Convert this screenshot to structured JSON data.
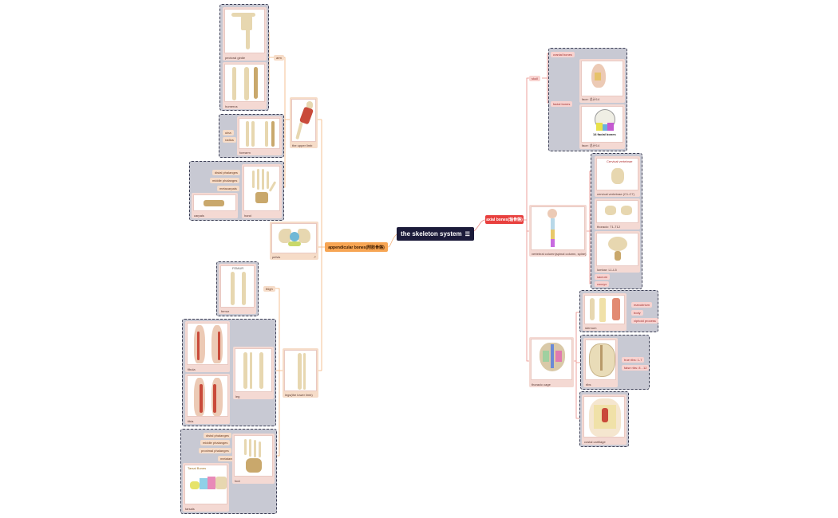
{
  "root": {
    "title": "the skeleton system"
  },
  "appendicular": {
    "title": "appendicular bones(附肢骨骼)",
    "upper_limb": {
      "title": "the upper limb",
      "arm": "arm",
      "pectoral_girdle": "pectoral girdle",
      "humerus": "humerus",
      "forearm": "forearm",
      "ulna": "ulna",
      "radius": "radius",
      "hand": "hand",
      "distal_phalanges": "distal phalanges",
      "middle_phalanges": "middle phalanges",
      "metacarpals": "metacarpals",
      "carpals": "carpals"
    },
    "pelvis": "pelvis",
    "lower_limb": {
      "title": "legs(the lower limb)",
      "thigh": "thigh",
      "femur": "femur",
      "femur_header": "FEMUR",
      "leg": "leg",
      "fibula": "fibula",
      "tibia": "tibia",
      "foot": "foot",
      "distal_phalanges": "distal phalanges",
      "middle_phalanges": "middle phalanges",
      "proximal_phalanges": "proximal phalanges",
      "metatarsals": "metatarsals",
      "tarsals": "tarsals",
      "tarsals_header": "Tarsal Bones"
    }
  },
  "axial": {
    "title": "axial bones(轴骨骼)",
    "skull": {
      "title": "skull",
      "cranial": "cranial bones",
      "facial": "facial bones",
      "cap1": "face: 总计14",
      "cap2": "face: 总计14",
      "facial_count": "14 facial bones"
    },
    "column": {
      "title": "vertebral column(spinal column, spine)",
      "cervical": "cervical vertebrae (C1-C7)",
      "cervical_header": "Cervical vertebrae",
      "thoracic": "thoracic: T1-T12",
      "lumbar": "lumbar: L1-L5",
      "sacrum": "sacrum",
      "coccyx": "coccyx"
    },
    "thorax": {
      "title": "thoracic cage",
      "sternum": "sternum",
      "manubrium": "manubrium",
      "body": "body",
      "xiphoid": "xiphoid process",
      "ribs": "ribs",
      "true_ribs": "true ribs: 1-7",
      "false_ribs": "false ribs: 8 - 12",
      "costal": "costal cartilage"
    }
  },
  "colors": {
    "edge_orange": "#f4b27a",
    "edge_red": "#ea8a84",
    "group_fill": "#c8c9d3",
    "center_fill": "#1c1b3a"
  }
}
